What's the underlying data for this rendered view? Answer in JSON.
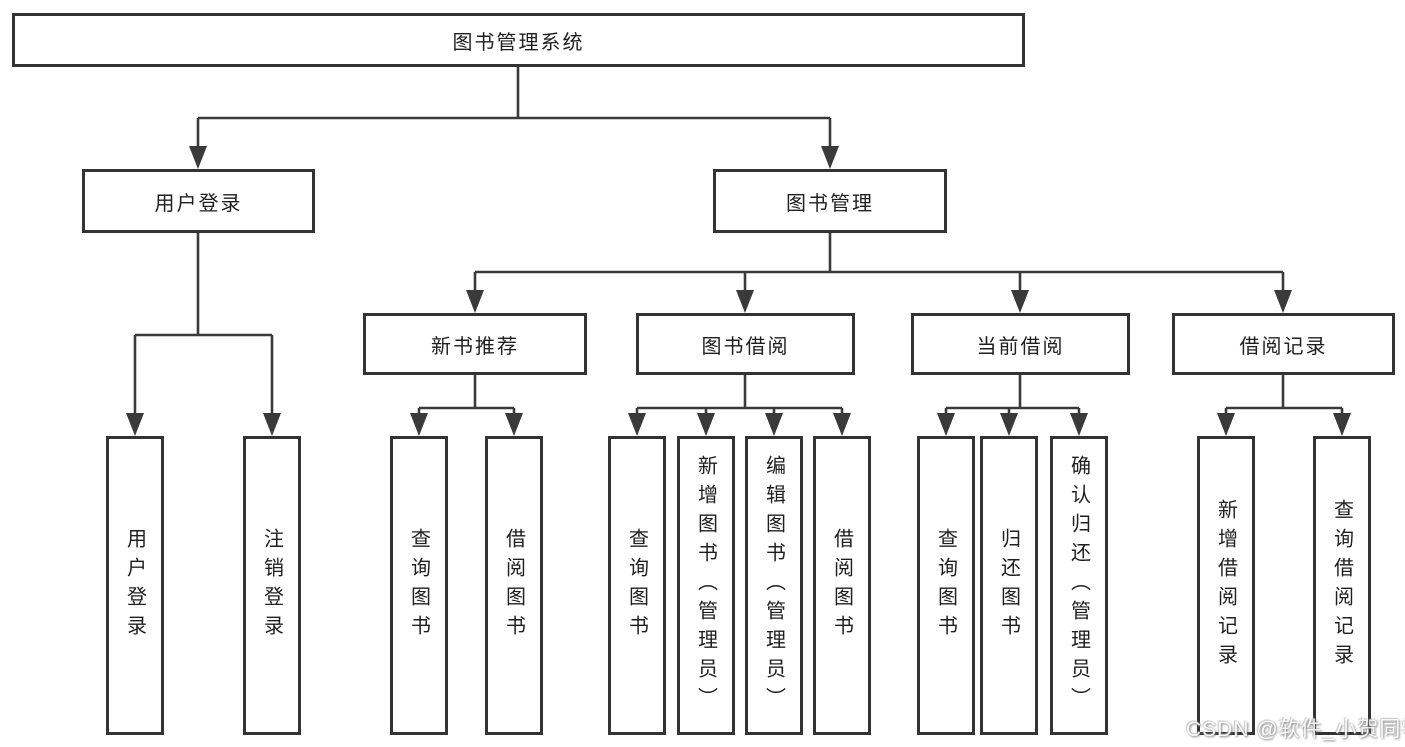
{
  "diagram": {
    "type": "hierarchy-tree",
    "tree": {
      "root": "图书管理系统",
      "branches": [
        {
          "label": "用户登录",
          "children": [
            "用户登录",
            "注销登录"
          ]
        },
        {
          "label": "图书管理",
          "groups": [
            {
              "label": "新书推荐",
              "children": [
                "查询图书",
                "借阅图书"
              ]
            },
            {
              "label": "图书借阅",
              "children": [
                "查询图书",
                "新增图书（管理员）",
                "编辑图书（管理员）",
                "借阅图书"
              ]
            },
            {
              "label": "当前借阅",
              "children": [
                "查询图书",
                "归还图书",
                "确认归还（管理员）"
              ]
            },
            {
              "label": "借阅记录",
              "children": [
                "新增借阅记录",
                "查询借阅记录"
              ]
            }
          ]
        }
      ]
    },
    "colors": {
      "box_border": "#333333",
      "connector_line": "#3a3a3a",
      "text": "#1f1f1f",
      "background": "#ffffff",
      "watermark_text": "#e8e8e8"
    }
  },
  "watermark": {
    "text": "CSDN @软件_小贺同学"
  }
}
